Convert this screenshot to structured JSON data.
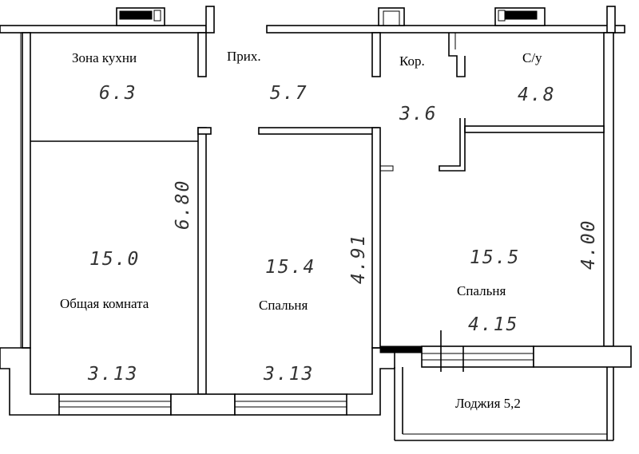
{
  "rooms": {
    "kitchen": {
      "name": "Зона кухни",
      "area": "6.3"
    },
    "hall": {
      "name": "Прих.",
      "area": "5.7"
    },
    "corridor": {
      "name": "Кор.",
      "area": "3.6"
    },
    "bathroom": {
      "name": "С/у",
      "area": "4.8"
    },
    "living": {
      "name": "Общая комната",
      "area": "15.0",
      "dim_vertical": "6.80",
      "dim_horizontal": "3.13"
    },
    "bedroom1": {
      "name": "Спальня",
      "area": "15.4",
      "dim_vertical": "4.91",
      "dim_horizontal": "3.13"
    },
    "bedroom2": {
      "name": "Спальня",
      "area": "15.5",
      "dim_vertical": "4.00",
      "dim_horizontal": "4.15"
    },
    "loggia": {
      "name": "Лоджия 5,2"
    }
  }
}
